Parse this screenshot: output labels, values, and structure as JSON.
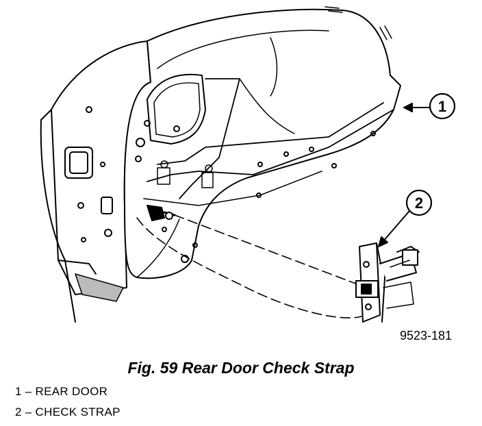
{
  "figure": {
    "code": "9523-181",
    "caption": "Fig. 59 Rear Door Check Strap",
    "callouts": [
      {
        "number": "1",
        "label": "REAR DOOR"
      },
      {
        "number": "2",
        "label": "CHECK STRAP"
      }
    ]
  },
  "legend": {
    "item1": "1 – REAR DOOR",
    "item2": "2 – CHECK STRAP"
  }
}
